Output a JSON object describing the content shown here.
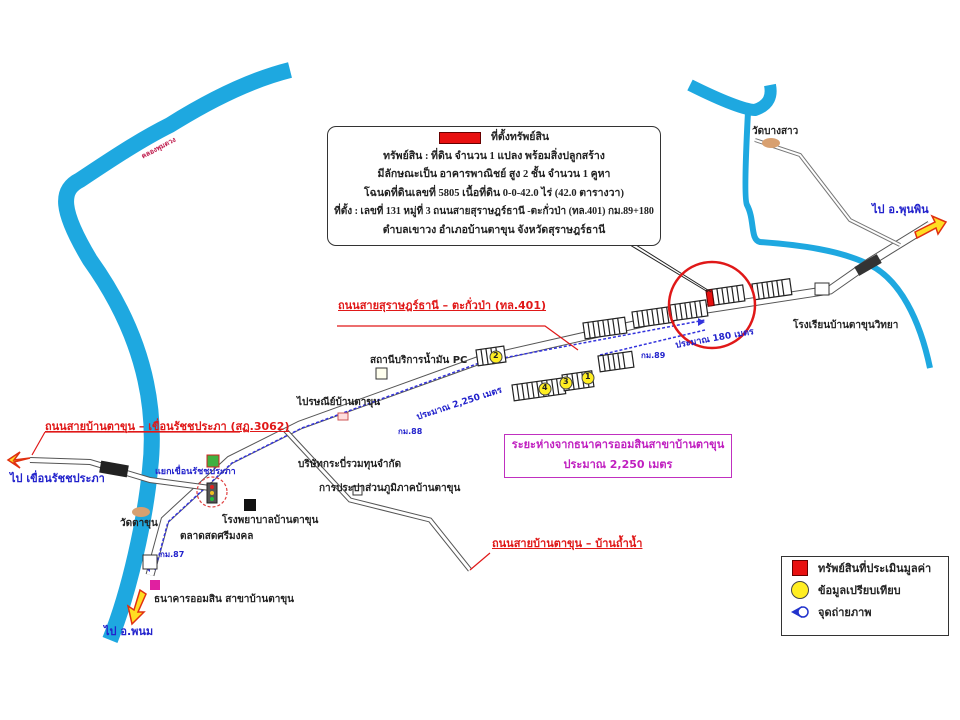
{
  "info_box": {
    "title": "ที่ตั้งทรัพย์สิน",
    "lines": [
      "ทรัพย์สิน : ที่ดิน จำนวน 1 แปลง พร้อมสิ่งปลูกสร้าง",
      "มีลักษณะเป็น อาคารพาณิชย์ สูง 2 ชั้น จำนวน 1 คูหา",
      "โฉนดที่ดินเลขที่ 5805 เนื้อที่ดิน 0-0-42.0 ไร่ (42.0 ตารางวา)",
      "ที่ตั้ง : เลขที่ 131 หมู่ที่ 3  ถนนสายสุราษฎร์ธานี -ตะกั่วป่า (ทล.401) กม.89+180",
      "ตำบลเขาวง  อำเภอบ้านตาขุน  จังหวัดสุราษฎร์ธานี"
    ],
    "swatch_color": "#e81010"
  },
  "roads": {
    "main": "ถนนสายสุราษฎร์ธานี – ตะกั่วป่า (ทล.401)",
    "west": "ถนนสายบ้านตาขุน – เขื่อนรัชชประภา (สฏ.3062)",
    "south": "ถนนสายบ้านตาขุน – บ้านถ้ำน้ำ"
  },
  "directions": {
    "to_phunphin": "ไป อ.พุนพิน",
    "to_dam": "ไป เขื่อนรัชชประภา",
    "to_phanom": "ไป อ.พนม"
  },
  "places": {
    "wat_bang_sao": "วัดบางสาว",
    "school": "โรงเรียนบ้านตาขุนวิทยา",
    "gas_station": "สถานีบริการน้ำมัน PC",
    "post_office": "ไปรษณีย์บ้านตาขุน",
    "company": "บริษัทกระบี่รวมทุนจำกัด",
    "waterworks": "การประปาส่วนภูมิภาคบ้านตาขุน",
    "junction": "แยกเขื่อนรัชชประภา",
    "wat_ta_khun": "วัดตาขุน",
    "hospital": "โรงพยาบาลบ้านตาขุน",
    "market": "ตลาดสดศรีมงคล",
    "bank": "ธนาคารออมสิน สาขาบ้านตาขุน",
    "river": "คลองพุมดวง"
  },
  "km_markers": [
    "กม.87",
    "กม.88",
    "กม.89"
  ],
  "distances": {
    "main_road": "ประมาณ 2,250 เมตร",
    "near_site": "ประมาณ 180 เมตร"
  },
  "comparables": [
    "1",
    "2",
    "3",
    "4"
  ],
  "distance_box": {
    "line1": "ระยะห่างจากธนาคารออมสินสาขาบ้านตาขุน",
    "line2": "ประมาณ 2,250 เมตร"
  },
  "legend": {
    "items": [
      {
        "label": "ทรัพย์สินที่ประเมินมูลค่า",
        "symbol": "red-square"
      },
      {
        "label": "ข้อมูลเปรียบเทียบ",
        "symbol": "yellow-circle"
      },
      {
        "label": "จุดถ่ายภาพ",
        "symbol": "photo-point"
      }
    ]
  },
  "colors": {
    "river": "#1ea8e0",
    "subject": "#e81010",
    "label_red": "#e01818",
    "label_blue": "#2222cc",
    "distance_box": "#c030c0"
  }
}
